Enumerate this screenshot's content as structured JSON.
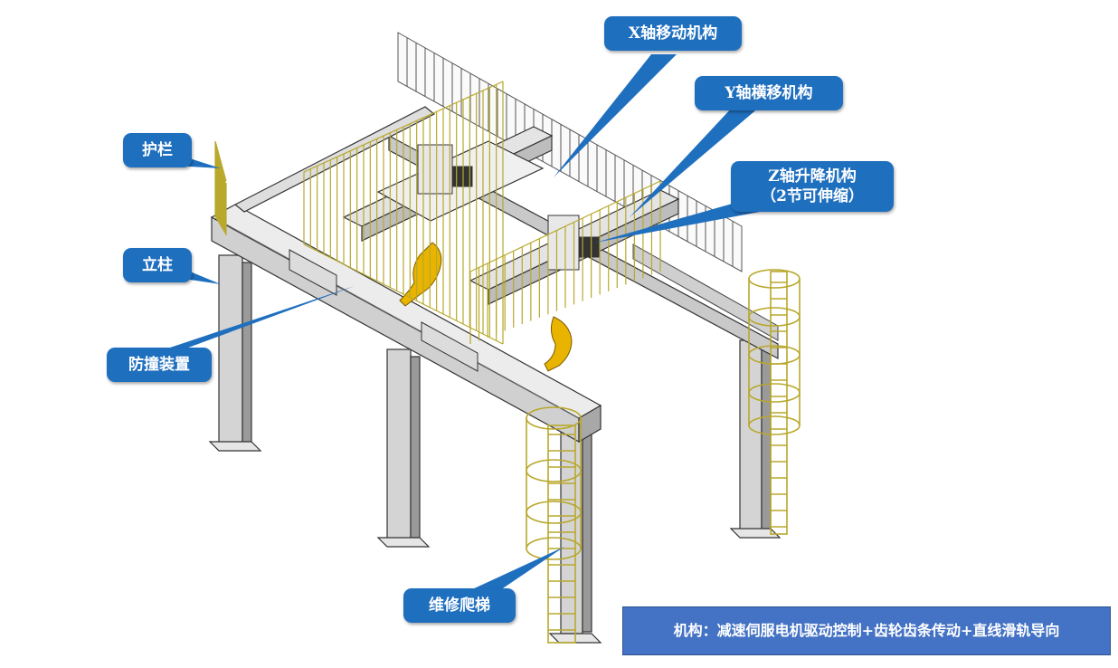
{
  "labels": {
    "x_axis": "X轴移动机构",
    "y_axis": "Y轴横移机构",
    "z_axis_line1": "Z轴升降机构",
    "z_axis_line2": "（2节可伸缩）",
    "guardrail": "护栏",
    "column": "立柱",
    "bumper": "防撞装置",
    "ladder": "维修爬梯"
  },
  "note": "机构：减速伺服电机驱动控制+齿轮齿条传动+直线滑轨导向",
  "colors": {
    "callout": "#1f6fbf",
    "note_box": "#4472c4",
    "steel": "#d9d9d9",
    "rail": "#d8cf5a",
    "robot": "#e8b400"
  }
}
